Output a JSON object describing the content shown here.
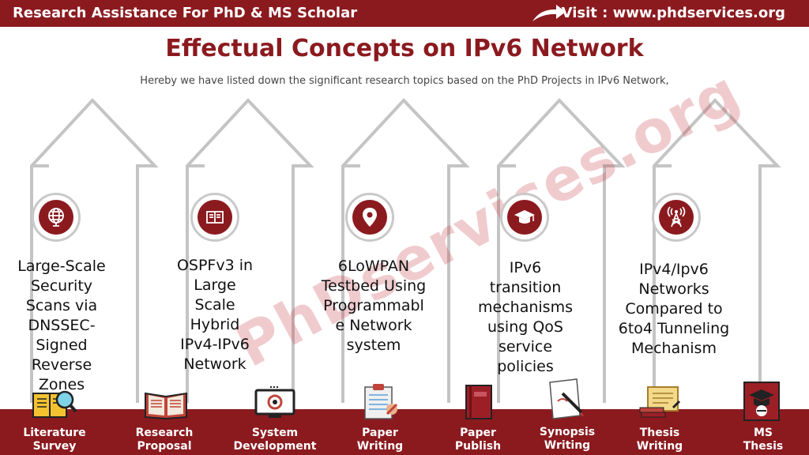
{
  "header": {
    "left_text": "Research Assistance For PhD & MS Scholar",
    "right_text": "Visit : www.phdservices.org"
  },
  "title": "Effectual Concepts on IPv6 Network",
  "subtitle": "Hereby we have listed down the significant research topics based on the PhD Projects in IPv6 Network,",
  "watermark": "PhDservices.org",
  "topics": [
    {
      "icon": "globe-icon",
      "lines": [
        "Large-Scale",
        "Security",
        "Scans via",
        "DNSSEC-",
        "Signed",
        "Reverse",
        "Zones"
      ]
    },
    {
      "icon": "book-icon",
      "lines": [
        "OSPFv3 in",
        "Large",
        "Scale",
        "Hybrid",
        "IPv4-IPv6",
        "Network"
      ]
    },
    {
      "icon": "location-pin-icon",
      "lines": [
        "6LoWPAN",
        "Testbed Using",
        "Programmabl",
        "e Network",
        "system"
      ]
    },
    {
      "icon": "graduation-cap-icon",
      "lines": [
        "IPv6",
        "transition",
        "mechanisms",
        "using QoS",
        "service",
        "policies"
      ]
    },
    {
      "icon": "antenna-tower-icon",
      "lines": [
        "IPv4/Ipv6",
        "Networks",
        "Compared to",
        "6to4 Tunneling",
        "Mechanism"
      ]
    }
  ],
  "footer": [
    {
      "line1": "Literature",
      "line2": "Survey",
      "icon": "magnifier-book-icon"
    },
    {
      "line1": "Research",
      "line2": "Proposal",
      "icon": "open-book-icon"
    },
    {
      "line1": "System",
      "line2": "Development",
      "icon": "computer-icon"
    },
    {
      "line1": "Paper",
      "line2": "Writing",
      "icon": "clipboard-icon"
    },
    {
      "line1": "Paper",
      "line2": "Publish",
      "icon": "journal-icon"
    },
    {
      "line1": "Synopsis",
      "line2": "Writing",
      "icon": "pen-paper-icon"
    },
    {
      "line1": "Thesis",
      "line2": "Writing",
      "icon": "scroll-icon"
    },
    {
      "line1": "MS",
      "line2": "Thesis",
      "icon": "graduate-book-icon"
    }
  ],
  "colors": {
    "brand": "#8b1a1f",
    "arrow_stroke": "#c4c4c4",
    "watermark": "#d85a66"
  }
}
